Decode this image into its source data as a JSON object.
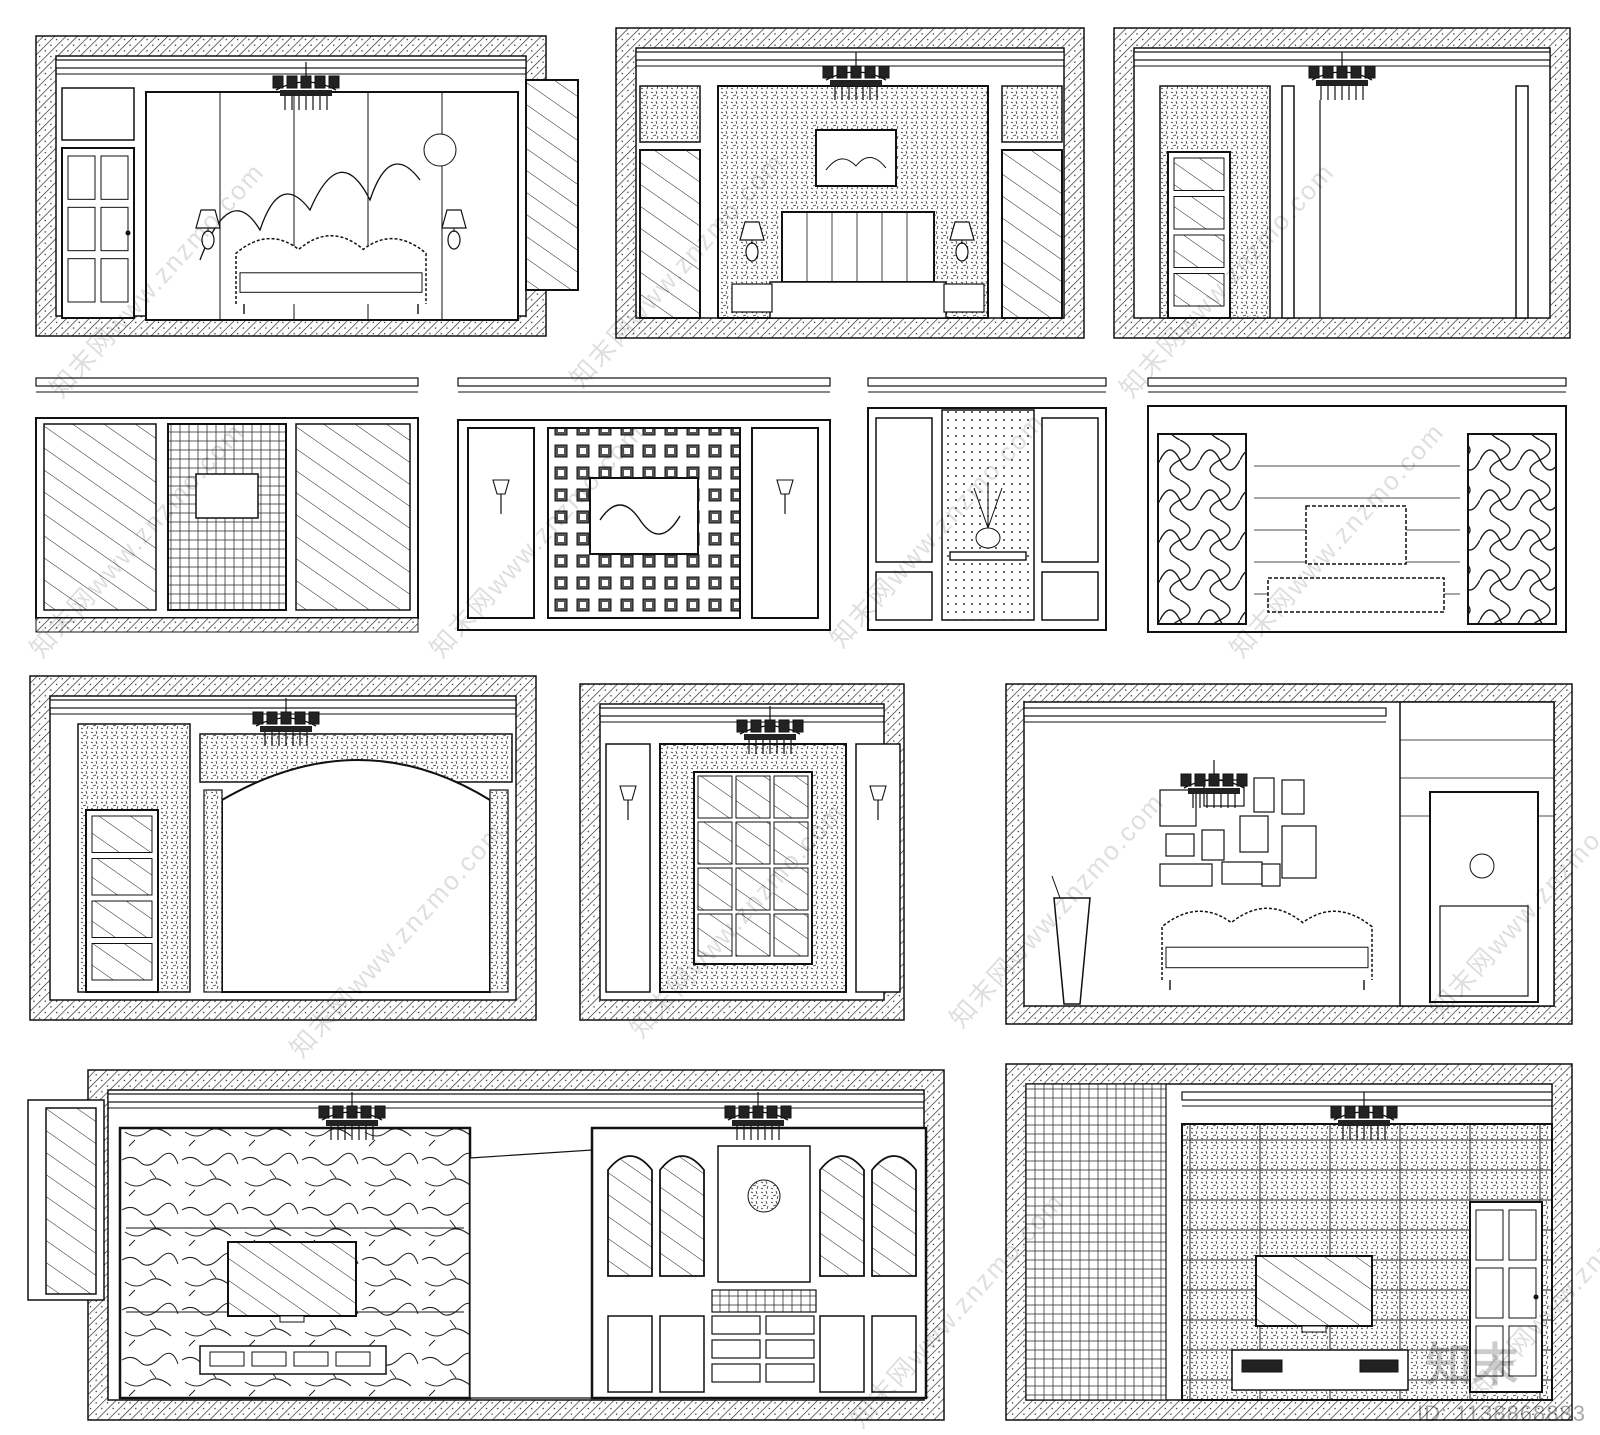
{
  "drawing": {
    "panels": [
      {
        "id": "living-room-elevation-a",
        "features": [
          "hatched-wall",
          "door",
          "painted-screen",
          "sofa",
          "chandelier",
          "window"
        ]
      },
      {
        "id": "bedroom-elevation-a",
        "features": [
          "hatched-wall",
          "wallpaper",
          "bed",
          "painting",
          "lamps",
          "glass-panels",
          "chandelier"
        ]
      },
      {
        "id": "entry-elevation-a",
        "features": [
          "hatched-wall",
          "door",
          "opening",
          "columns",
          "chandelier"
        ]
      },
      {
        "id": "wall-elevation-mirror-tile",
        "features": [
          "mirror-panels",
          "tile-panel"
        ]
      },
      {
        "id": "wall-elevation-pattern-grid",
        "features": [
          "framed-panels",
          "pattern-grid",
          "sconces"
        ]
      },
      {
        "id": "wall-elevation-console",
        "features": [
          "framed-panels",
          "dotted-panel",
          "vase",
          "console"
        ]
      },
      {
        "id": "tv-wall-lattice",
        "features": [
          "lattice-panels",
          "tv",
          "tv-cabinet"
        ]
      },
      {
        "id": "entry-elevation-b",
        "features": [
          "hatched-wall",
          "door",
          "arch-opening",
          "chandelier"
        ]
      },
      {
        "id": "wall-elevation-window",
        "features": [
          "hatched-wall",
          "stone-panel",
          "window-grid",
          "sconces",
          "chandelier"
        ]
      },
      {
        "id": "living-room-elevation-b",
        "features": [
          "hatched-wall",
          "sofa",
          "frames",
          "vase",
          "cabinet",
          "chandelier"
        ]
      },
      {
        "id": "tv-wall-marble-and-cabinet",
        "features": [
          "hatched-wall",
          "marble-panel",
          "tv",
          "arched-cabinets",
          "drawers",
          "chandeliers"
        ]
      },
      {
        "id": "tv-wall-stone-door",
        "features": [
          "hatched-wall",
          "stone-panel",
          "tv",
          "door",
          "chandelier"
        ]
      }
    ]
  },
  "watermarks": {
    "text": "知末网www.znzmo.com"
  },
  "logo": {
    "text": "知末"
  },
  "id_label": {
    "text": "ID: 1138868883"
  },
  "colors": {
    "line": "#111111",
    "paper": "#ffffff"
  }
}
